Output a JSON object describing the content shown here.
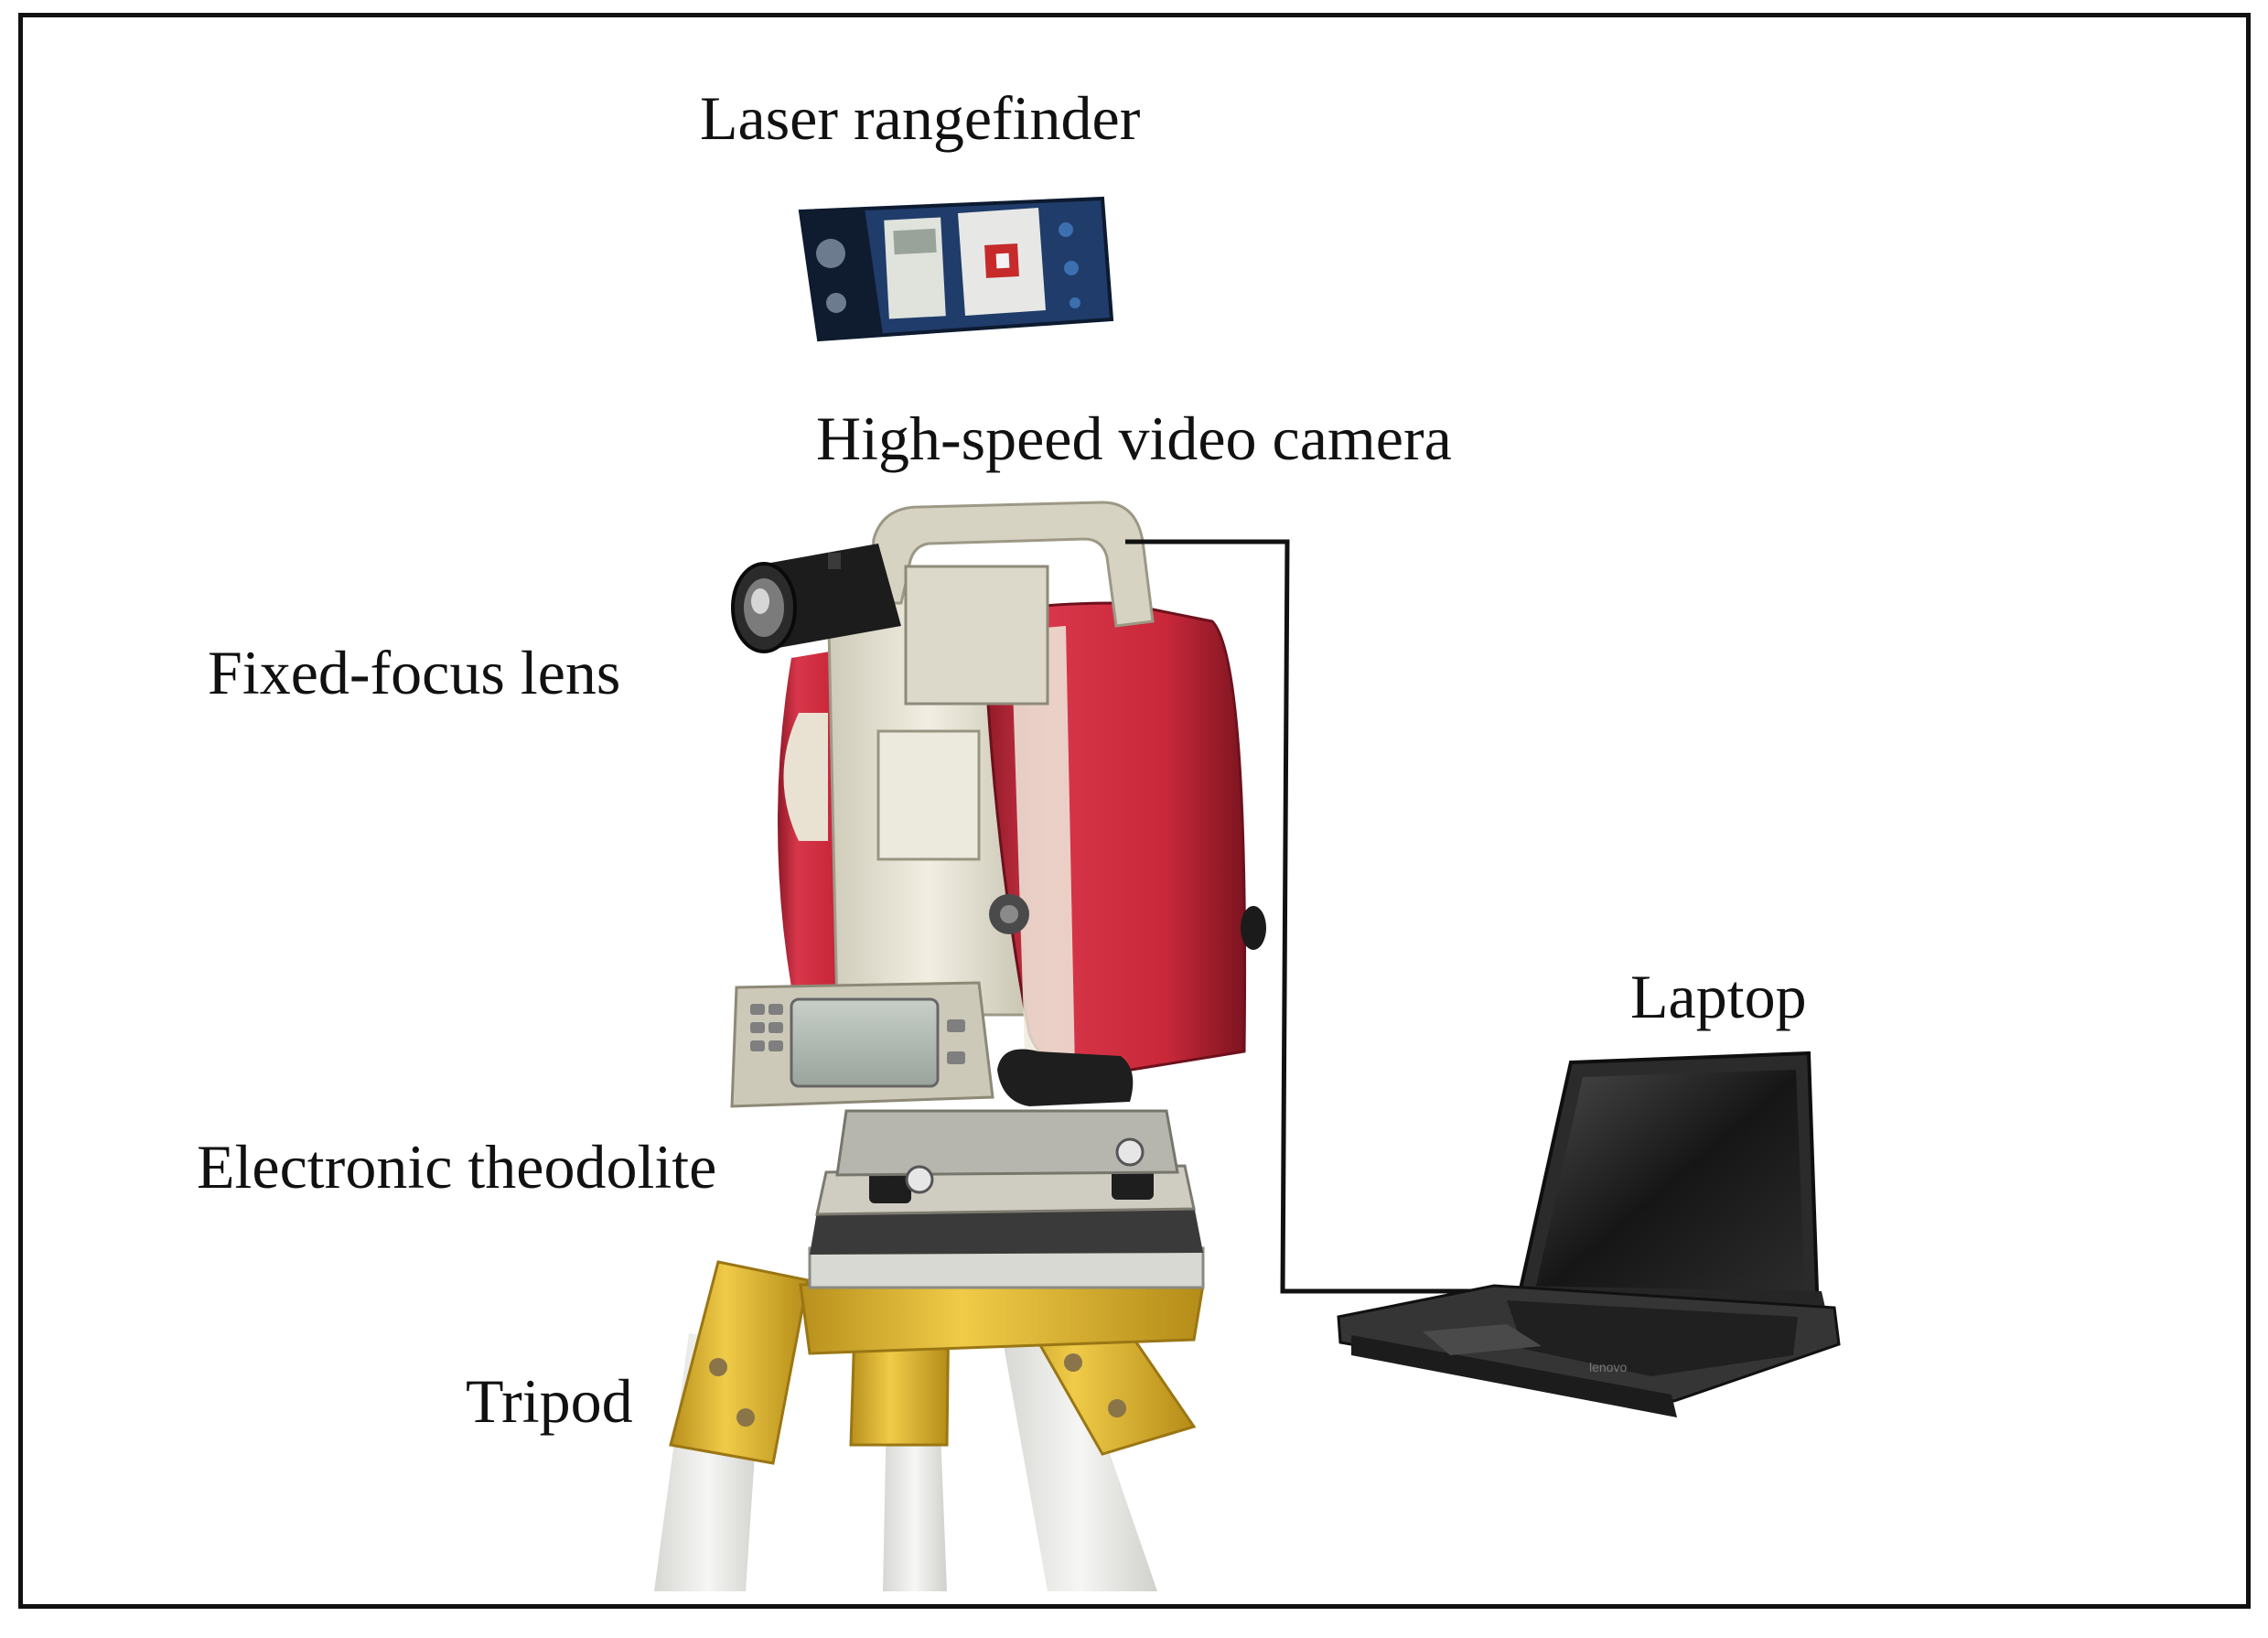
{
  "figure": {
    "labels": {
      "laser_rangefinder": "Laser rangefinder",
      "high_speed_video_camera": "High-speed video camera",
      "fixed_focus_lens": "Fixed-focus lens",
      "laptop": "Laptop",
      "electronic_theodolite": "Electronic theodolite",
      "tripod": "Tripod"
    },
    "colors": {
      "frame": "#111111",
      "body_red": "#c8283a",
      "body_red_dark": "#8e1a28",
      "body_cream": "#e8e5d7",
      "tripod_yellow": "#e0b830",
      "rangefinder_blue": "#1f3c6a",
      "laptop_black": "#2b2b2b",
      "cable": "#111111"
    }
  }
}
